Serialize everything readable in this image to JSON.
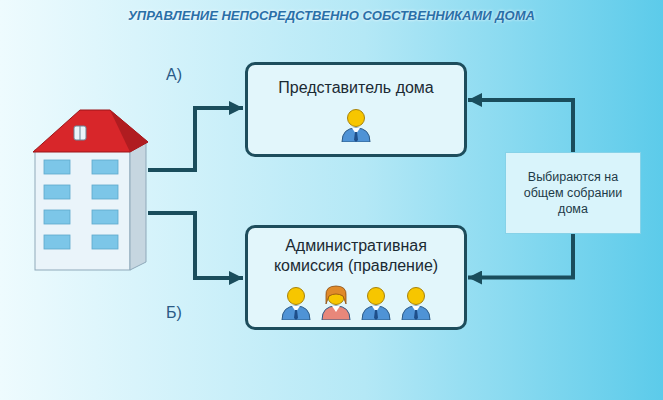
{
  "diagram": {
    "title": "УПРАВЛЕНИЕ НЕПОСРЕДСТВЕННО СОБСТВЕННИКАМИ ДОМА",
    "nodes": [
      {
        "text": [
          "Представитель дома"
        ]
      },
      {
        "text": [
          "Административная комиссия (правление)"
        ]
      },
      {
        "text": [
          "Выбираются на общем собрании дома"
        ]
      }
    ],
    "edges": [
      {
        "from": 2,
        "to": 0,
        "arrow": "to"
      },
      {
        "from": 2,
        "to": 1,
        "arrow": "to"
      }
    ],
    "labels": [
      "А)",
      "Б)"
    ]
  }
}
